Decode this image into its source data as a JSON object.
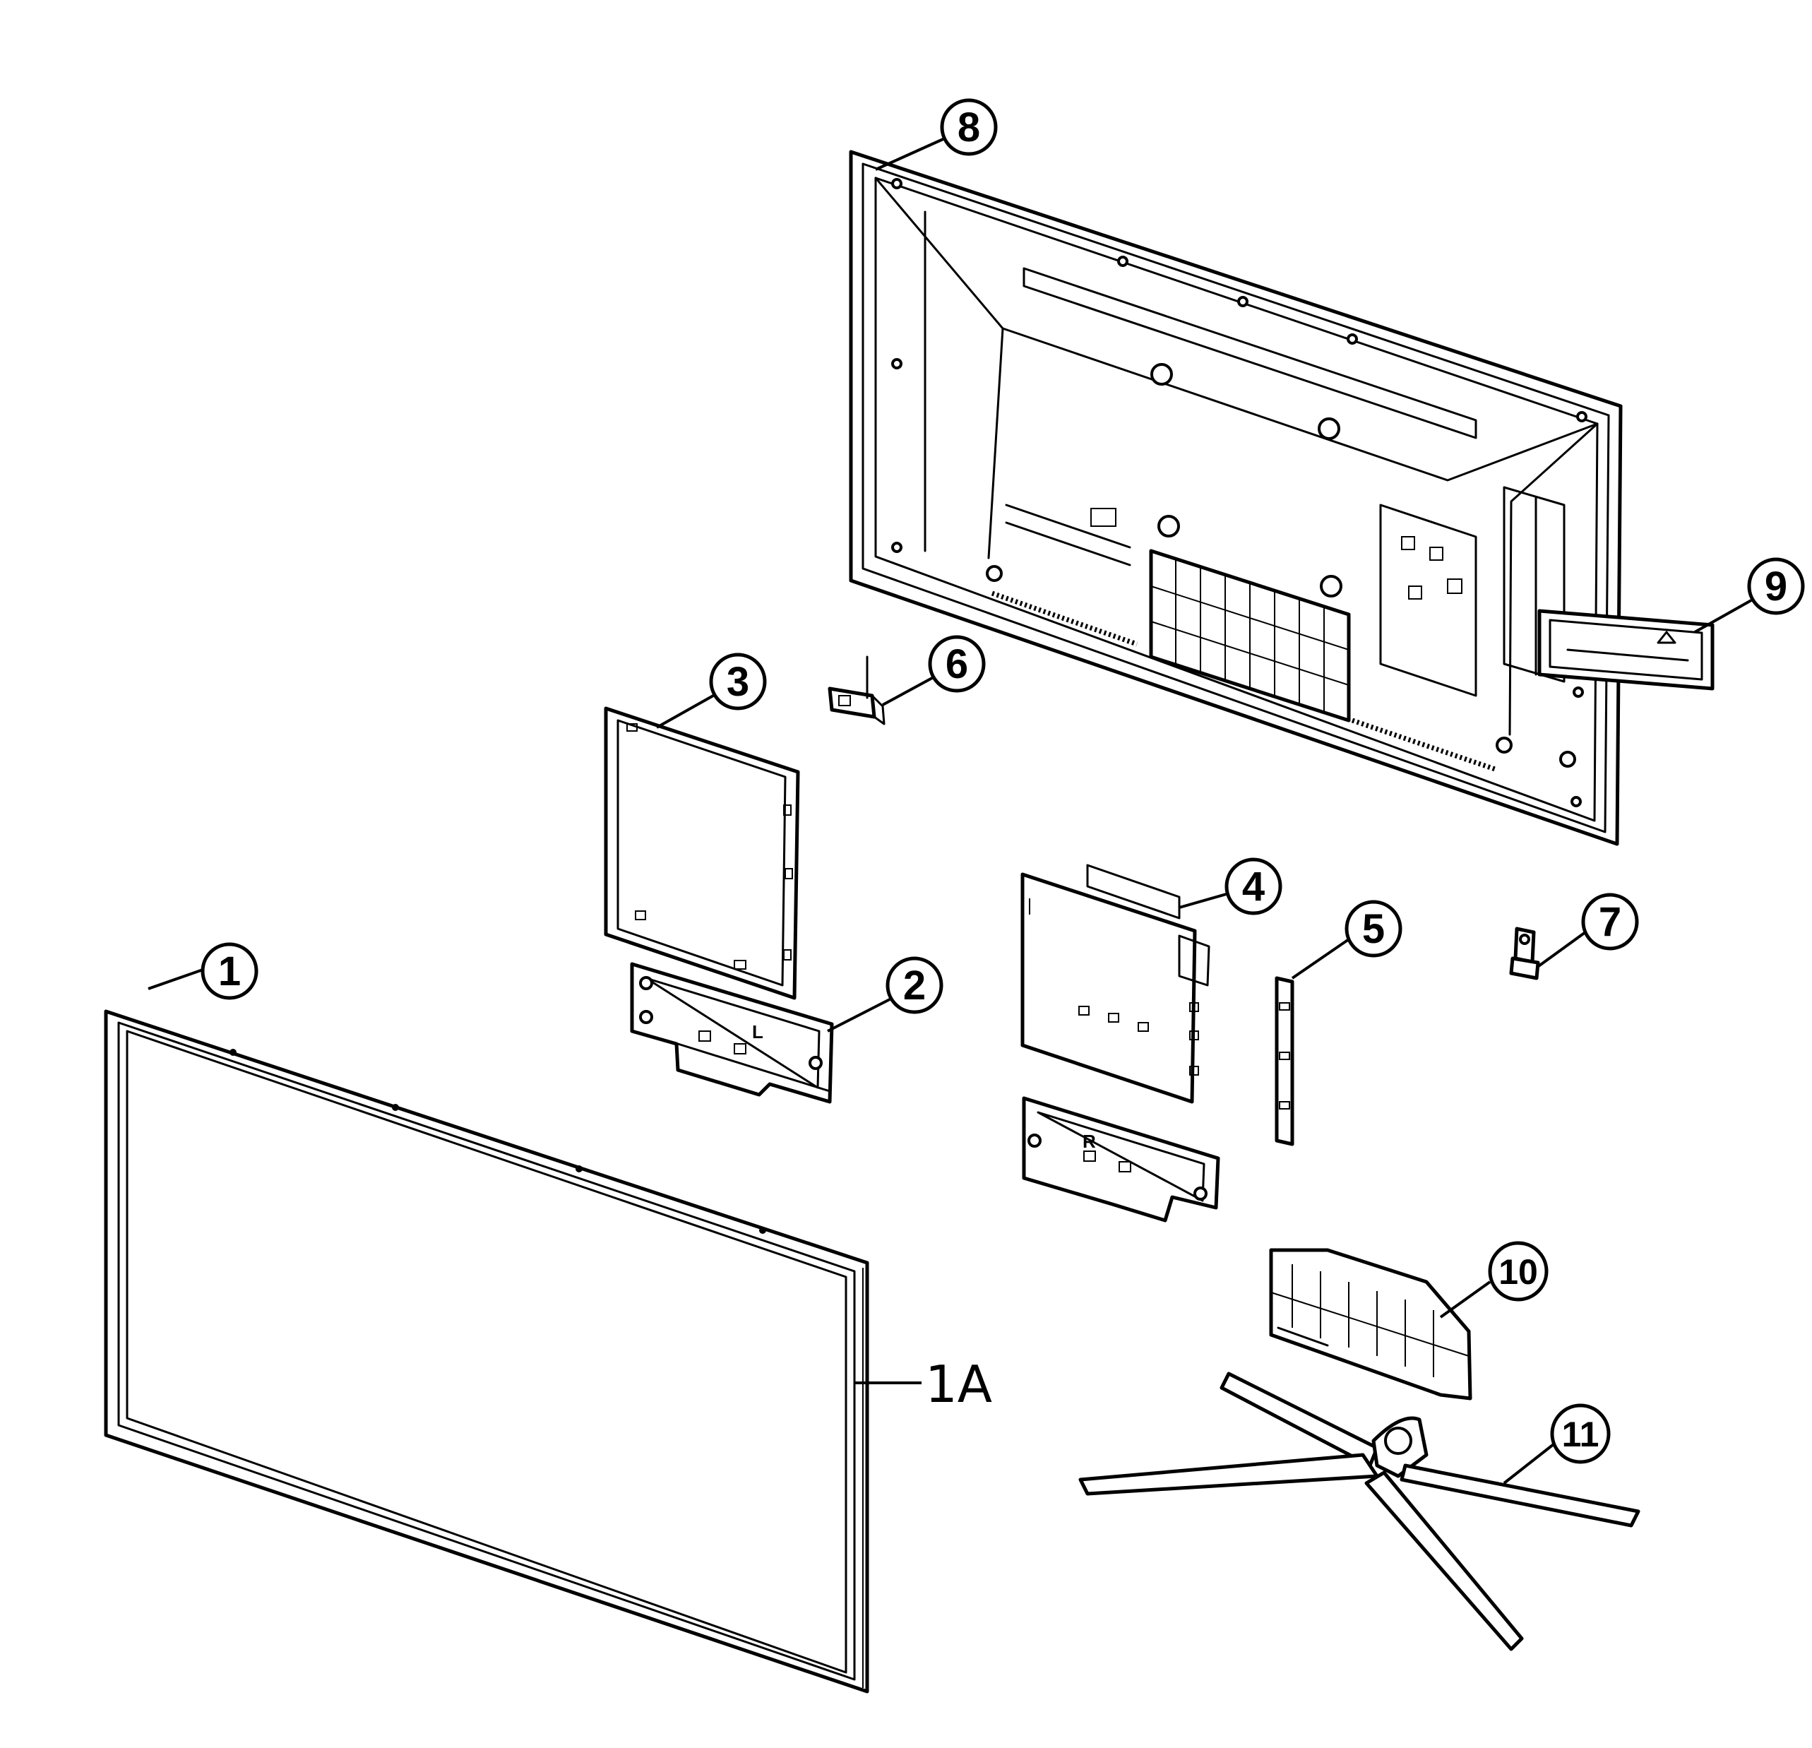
{
  "callouts": {
    "c1": "1",
    "c1A": "1A",
    "c2": "2",
    "c3": "3",
    "c4": "4",
    "c5": "5",
    "c6": "6",
    "c7": "7",
    "c8": "8",
    "c9": "9",
    "c10": "10",
    "c11": "11"
  },
  "board_marks": {
    "left_bracket": "L",
    "right_bracket": "R"
  }
}
